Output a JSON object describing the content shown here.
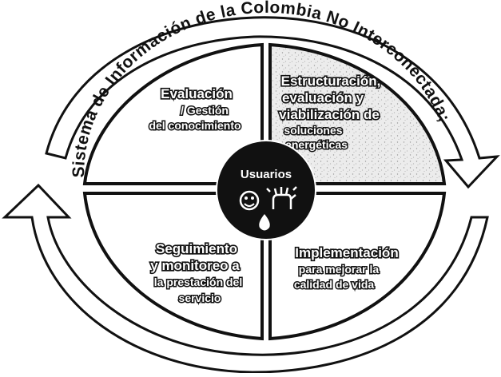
{
  "diagram": {
    "arc_title": "Sistema de Información de la Colombia No Interconectada;",
    "center": {
      "label": "Usuarios",
      "icons": [
        "face-icon",
        "hand-icon",
        "water-drop-icon"
      ]
    },
    "quadrants": [
      {
        "id": "top-left",
        "lines": [
          "Evaluación",
          "/ Gestión",
          "del conocimiento"
        ]
      },
      {
        "id": "top-right",
        "lines": [
          "Estructuración,",
          "evaluación y",
          "viabilización de",
          "soluciones",
          "energéticas"
        ]
      },
      {
        "id": "bottom-left",
        "lines": [
          "Seguimiento",
          "y monitoreo a",
          "la prestación del",
          "servicio"
        ]
      },
      {
        "id": "bottom-right",
        "lines": [
          "Implementación",
          "para mejorar la",
          "calidad de vida"
        ]
      }
    ],
    "colors": {
      "background": "#ffffff",
      "outline": "#111111",
      "quadrant_fill": "#ffffff",
      "textured_fill": "#e6e6e6",
      "center_fill": "#111111"
    }
  }
}
